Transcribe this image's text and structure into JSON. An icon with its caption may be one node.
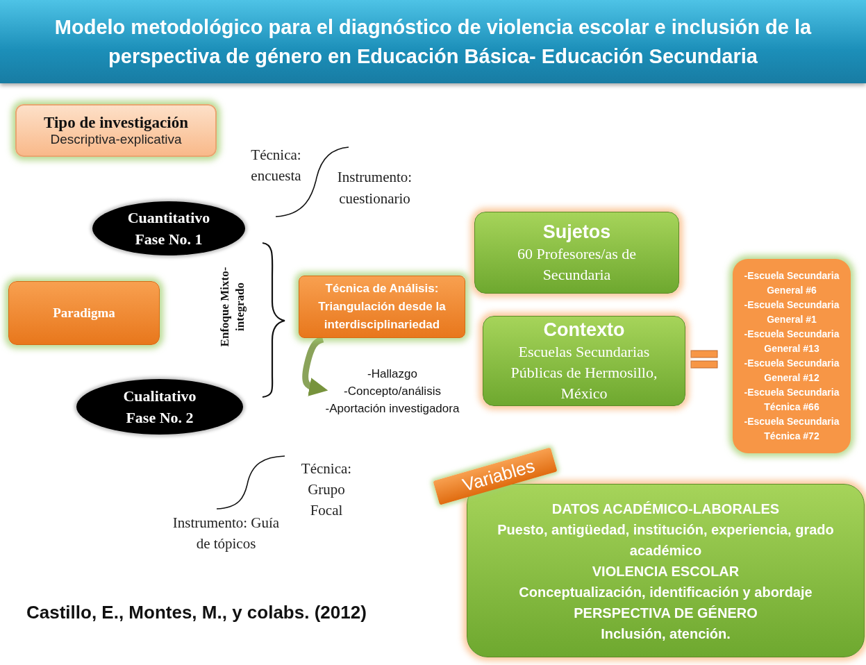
{
  "diagram": {
    "title": "Modelo metodológico para el diagnóstico de violencia escolar e inclusión de la perspectiva de género en Educación Básica- Educación Secundaria",
    "nodes": [
      {
        "text": [
          "Tipo de investigación",
          "Descriptiva-explicativa"
        ]
      },
      {
        "text": [
          "Cuantitativo Fase No. 1"
        ]
      },
      {
        "text": [
          "Paradigma"
        ]
      },
      {
        "text": [
          "Cualitativo Fase No. 2"
        ]
      },
      {
        "text": [
          "Técnica de Análisis: Triangulación desde la interdisciplinariedad"
        ]
      },
      {
        "text": [
          "Sujetos",
          "60 Profesores/as de Secundaria"
        ]
      },
      {
        "text": [
          "Contexto",
          "Escuelas Secundarias Públicas de Hermosillo, México"
        ]
      },
      {
        "text": [
          "-Escuela Secundaria General #6",
          "-Escuela Secundaria General #1",
          "-Escuela Secundaria General #13",
          "-Escuela Secundaria General #12",
          "-Escuela Secundaria Técnica #66",
          "-Escuela Secundaria Técnica #72"
        ]
      },
      {
        "text": [
          "Variables",
          "DATOS ACADÉMICO-LABORALES",
          "Puesto, antigüedad, institución, experiencia, grado académico",
          "VIOLENCIA ESCOLAR",
          "Conceptualización, identificación y abordaje",
          "PERSPECTIVA DE GÉNERO",
          "Inclusión, atención."
        ]
      },
      {
        "text": [
          "-Hallazgo",
          "-Concepto/análisis",
          "-Aportación investigadora"
        ]
      }
    ],
    "edges": [
      {
        "from": 4,
        "to": 9,
        "arrow": "to"
      }
    ],
    "labels": [
      "Técnica: encuesta",
      "Instrumento: cuestionario",
      "Enfoque Mixto-integrado",
      "Técnica: Grupo Focal",
      "Instrumento: Guía de tópicos",
      "Castillo, E., Montes, M., y colabs. (2012)"
    ]
  }
}
